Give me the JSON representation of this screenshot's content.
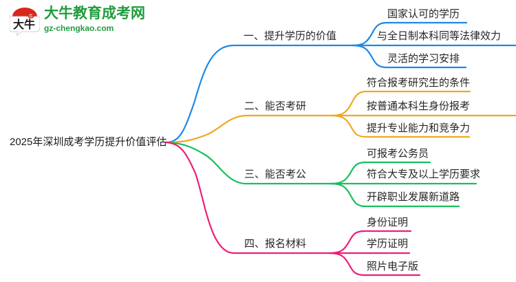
{
  "logo": {
    "mark_text": "大牛",
    "brand_cn": "大牛教育成考网",
    "brand_en": "gz-chengkao.com",
    "brand_color": "#1f9c3d",
    "mark_color": "#d9261c"
  },
  "mindmap": {
    "root": "2025年深圳成考学历提升价值评估",
    "branches": [
      {
        "label": "一、提升学历的价值",
        "color": "#1e88e5",
        "children": [
          "国家认可的学历",
          "与全日制本科同等法律效力",
          "灵活的学习安排"
        ]
      },
      {
        "label": "二、能否考研",
        "color": "#f0a81e",
        "children": [
          "符合报考研究生的条件",
          "按普通本科生身份报考",
          "提升专业能力和竞争力"
        ]
      },
      {
        "label": "三、能否考公",
        "color": "#18bf5c",
        "children": [
          "可报考公务员",
          "符合大专及以上学历要求",
          "开辟职业发展新道路"
        ]
      },
      {
        "label": "四、报名材料",
        "color": "#ed1e79",
        "children": [
          "身份证明",
          "学历证明",
          "照片电子版"
        ]
      }
    ]
  }
}
